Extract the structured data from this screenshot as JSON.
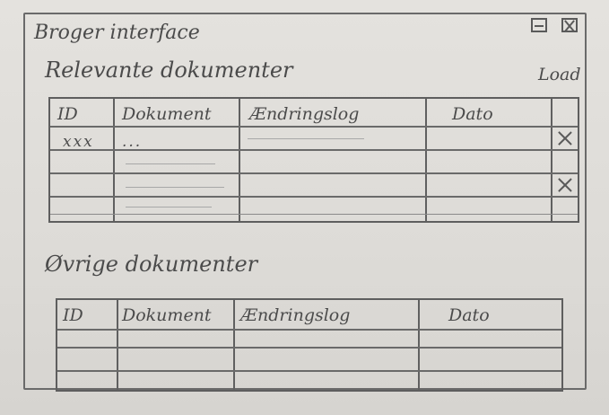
{
  "window": {
    "title": "Broger interface"
  },
  "relevant": {
    "title": "Relevante dokumenter",
    "load_label": "Load",
    "columns": [
      "ID",
      "Dokument",
      "Ændringslog",
      "Dato"
    ],
    "rows": [
      {
        "id": "xxx",
        "dokument": "...",
        "delete": true
      },
      {
        "id": "",
        "dokument": "",
        "delete": false
      },
      {
        "id": "",
        "dokument": "",
        "delete": true
      },
      {
        "id": "",
        "dokument": "",
        "delete": false
      }
    ]
  },
  "ovrige": {
    "title": "Øvrige dokumenter",
    "columns": [
      "ID",
      "Dokument",
      "Ændringslog",
      "Dato"
    ]
  }
}
